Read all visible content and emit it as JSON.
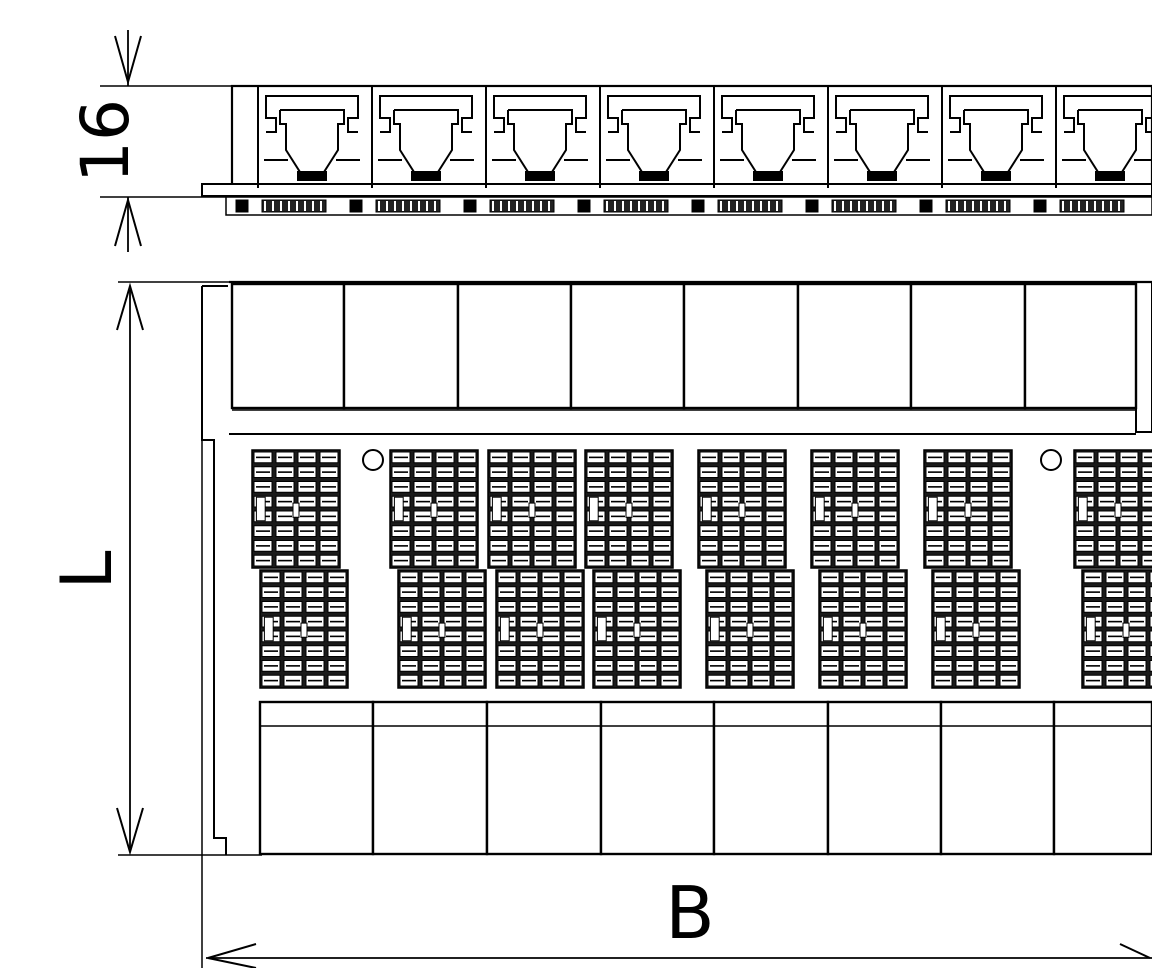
{
  "dimensions": {
    "height_label": "16",
    "length_label": "L",
    "width_label": "B"
  },
  "panel": {
    "port_count": 8,
    "terminal_block_columns": 8
  },
  "colors": {
    "line": "#000000",
    "fill": "#ffffff",
    "hatch": "#1a1a1a"
  }
}
